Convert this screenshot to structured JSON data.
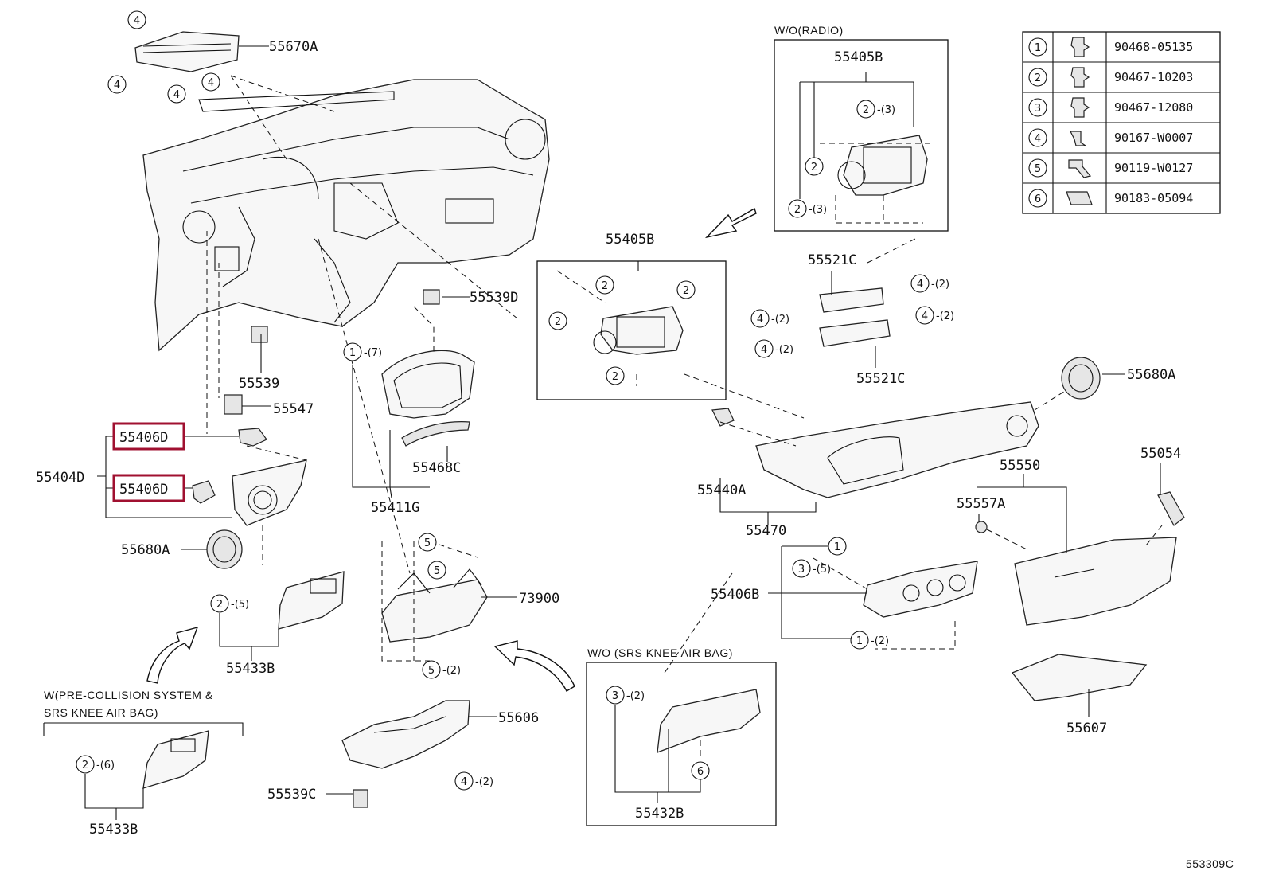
{
  "captions": {
    "wo_radio": "W/O(RADIO)",
    "wo_srs_knee_air_bag": "W/O (SRS  KNEE  AIR  BAG)",
    "w_pre_collision_line1": "W(PRE-COLLISION SYSTEM &",
    "w_pre_collision_line2": "SRS KNEE AIR BAG)"
  },
  "diagram_id": "553309C",
  "part_labels": [
    {
      "id": "55670A",
      "text": "55670A"
    },
    {
      "id": "55539D",
      "text": "55539D"
    },
    {
      "id": "55539",
      "text": "55539"
    },
    {
      "id": "55547",
      "text": "55547"
    },
    {
      "id": "55406D-upper",
      "text": "55406D"
    },
    {
      "id": "55406D-lower",
      "text": "55406D"
    },
    {
      "id": "55404D",
      "text": "55404D"
    },
    {
      "id": "55680A-left",
      "text": "55680A"
    },
    {
      "id": "55468C",
      "text": "55468C"
    },
    {
      "id": "55411G",
      "text": "55411G"
    },
    {
      "id": "55433B",
      "text": "55433B"
    },
    {
      "id": "73900",
      "text": "73900"
    },
    {
      "id": "55606",
      "text": "55606"
    },
    {
      "id": "55539C",
      "text": "55539C"
    },
    {
      "id": "55433B-alt",
      "text": "55433B"
    },
    {
      "id": "55432B",
      "text": "55432B"
    },
    {
      "id": "55405B",
      "text": "55405B"
    },
    {
      "id": "55405B-wo-radio",
      "text": "55405B"
    },
    {
      "id": "55521C-upper",
      "text": "55521C"
    },
    {
      "id": "55521C-lower",
      "text": "55521C"
    },
    {
      "id": "55680A-right",
      "text": "55680A"
    },
    {
      "id": "55440A",
      "text": "55440A"
    },
    {
      "id": "55470",
      "text": "55470"
    },
    {
      "id": "55406B",
      "text": "55406B"
    },
    {
      "id": "55550",
      "text": "55550"
    },
    {
      "id": "55557A",
      "text": "55557A"
    },
    {
      "id": "55054",
      "text": "55054"
    },
    {
      "id": "55607",
      "text": "55607"
    }
  ],
  "callouts": [
    {
      "id": "c1",
      "num": "4",
      "qty": ""
    },
    {
      "id": "c2",
      "num": "4",
      "qty": ""
    },
    {
      "id": "c3",
      "num": "4",
      "qty": ""
    },
    {
      "id": "c4",
      "num": "4",
      "qty": ""
    },
    {
      "id": "c5",
      "num": "1",
      "qty": "(7)"
    },
    {
      "id": "c6",
      "num": "2",
      "qty": "(5)"
    },
    {
      "id": "c7",
      "num": "5",
      "qty": ""
    },
    {
      "id": "c8",
      "num": "5",
      "qty": ""
    },
    {
      "id": "c9",
      "num": "5",
      "qty": "(2)"
    },
    {
      "id": "c10",
      "num": "4",
      "qty": "(2)"
    },
    {
      "id": "c11",
      "num": "2",
      "qty": "(6)"
    },
    {
      "id": "c12",
      "num": "3",
      "qty": "(2)"
    },
    {
      "id": "c13",
      "num": "6",
      "qty": ""
    },
    {
      "id": "c14",
      "num": "2",
      "qty": ""
    },
    {
      "id": "c15",
      "num": "2",
      "qty": ""
    },
    {
      "id": "c16",
      "num": "2",
      "qty": ""
    },
    {
      "id": "c17",
      "num": "2",
      "qty": ""
    },
    {
      "id": "c18",
      "num": "2",
      "qty": "(3)"
    },
    {
      "id": "c19",
      "num": "2",
      "qty": ""
    },
    {
      "id": "c20",
      "num": "2",
      "qty": "(3)"
    },
    {
      "id": "c21",
      "num": "4",
      "qty": "(2)"
    },
    {
      "id": "c22",
      "num": "4",
      "qty": "(2)"
    },
    {
      "id": "c23",
      "num": "4",
      "qty": "(2)"
    },
    {
      "id": "c24",
      "num": "4",
      "qty": "(2)"
    },
    {
      "id": "c25",
      "num": "1",
      "qty": ""
    },
    {
      "id": "c26",
      "num": "3",
      "qty": "(5)"
    },
    {
      "id": "c27",
      "num": "1",
      "qty": "(2)"
    }
  ],
  "fasteners": [
    {
      "num": "1",
      "icon": "clip-icon",
      "part": "90468-05135"
    },
    {
      "num": "2",
      "icon": "clip-icon",
      "part": "90467-10203"
    },
    {
      "num": "3",
      "icon": "clip-icon",
      "part": "90467-12080"
    },
    {
      "num": "4",
      "icon": "screw-icon",
      "part": "90167-W0007"
    },
    {
      "num": "5",
      "icon": "bolt-icon",
      "part": "90119-W0127"
    },
    {
      "num": "6",
      "icon": "nut-clip-icon",
      "part": "90183-05094"
    }
  ]
}
